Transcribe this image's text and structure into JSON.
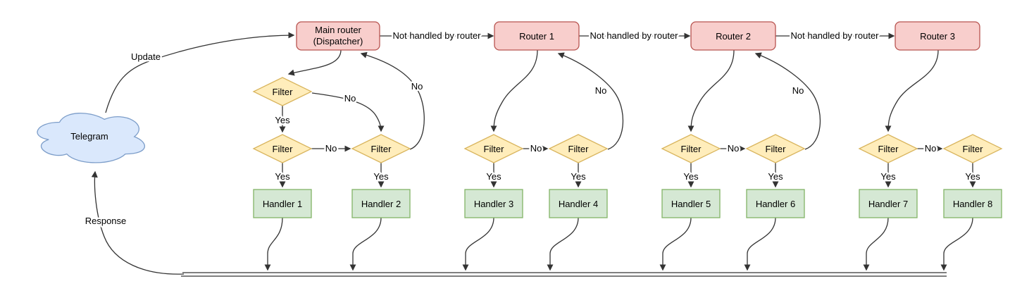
{
  "cloud": {
    "label": "Telegram"
  },
  "nodes": {
    "main_router": {
      "line1": "Main router",
      "line2": "(Dispatcher)"
    },
    "routers": [
      {
        "label": "Router 1"
      },
      {
        "label": "Router 2"
      },
      {
        "label": "Router 3"
      }
    ],
    "filter_label": "Filter",
    "handlers": [
      {
        "label": "Handler 1"
      },
      {
        "label": "Handler 2"
      },
      {
        "label": "Handler 3"
      },
      {
        "label": "Handler 4"
      },
      {
        "label": "Handler 5"
      },
      {
        "label": "Handler 6"
      },
      {
        "label": "Handler 7"
      },
      {
        "label": "Handler 8"
      }
    ]
  },
  "edge_labels": {
    "update": "Update",
    "response": "Response",
    "not_handled": "Not handled by router",
    "yes": "Yes",
    "no": "No"
  },
  "colors": {
    "background": "#ffffff",
    "router_fill": "#f8cecc",
    "router_stroke": "#b85450",
    "filter_fill": "#ffedbb",
    "filter_stroke": "#d9b55e",
    "handler_fill": "#d5e8d4",
    "handler_stroke": "#82b366",
    "cloud_fill": "#dae8fc",
    "cloud_stroke": "#7c9dc9",
    "edge_color": "#333333",
    "text_color": "#000000"
  }
}
